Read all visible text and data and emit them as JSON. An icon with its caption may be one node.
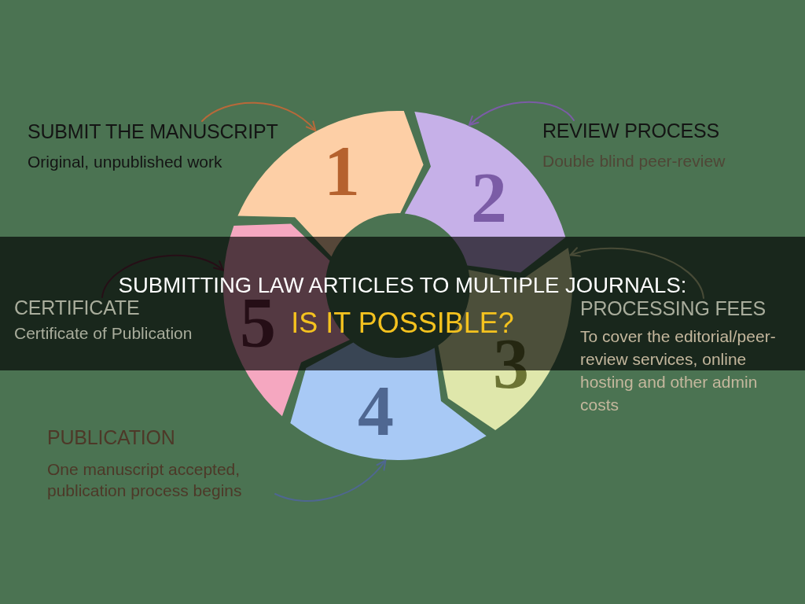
{
  "diagram": {
    "title": "SUBMITTING LAW ARTICLES TO MULTIPLE JOURNALS:",
    "nodes": [
      {
        "text": [
          "1"
        ]
      },
      {
        "text": [
          "2"
        ]
      },
      {
        "text": [
          "3"
        ]
      },
      {
        "text": [
          "4"
        ]
      },
      {
        "text": [
          "5"
        ]
      },
      {
        "text": [
          "SUBMIT THE MANUSCRIPT",
          "Original, unpublished work"
        ]
      },
      {
        "text": [
          "REVIEW PROCESS",
          "Double blind peer-review"
        ]
      },
      {
        "text": [
          "PROCESSING FEES",
          "To cover the editorial/peer-review services, online hosting and other admin costs"
        ]
      },
      {
        "text": [
          "PUBLICATION",
          "One manuscript accepted, publication process begins"
        ]
      },
      {
        "text": [
          "CERTIFICATE",
          "Certificate of Publication"
        ]
      }
    ],
    "edges": [
      {
        "from": 5,
        "to": 0,
        "arrow": "to",
        "color": "#b8693a"
      },
      {
        "from": 6,
        "to": 1,
        "arrow": "to",
        "color": "#7b5ca6"
      },
      {
        "from": 7,
        "to": 2,
        "arrow": "to",
        "color": "#d4dca0"
      },
      {
        "from": 8,
        "to": 3,
        "arrow": "to",
        "color": "#4f6791"
      },
      {
        "from": 9,
        "to": 4,
        "arrow": "to",
        "color": "#6e2b42"
      }
    ],
    "labels": [
      "IS IT POSSIBLE?"
    ]
  }
}
